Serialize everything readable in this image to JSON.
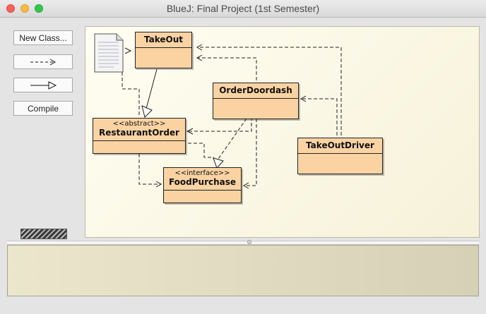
{
  "window": {
    "title": "BlueJ:  Final Project (1st Semester)"
  },
  "sidebar": {
    "new_class_label": "New Class...",
    "dependency_tool_icon": "dashed-arrow-icon",
    "inheritance_tool_icon": "hollow-arrow-icon",
    "compile_label": "Compile"
  },
  "diagram": {
    "readme_icon": "document-icon",
    "classes": {
      "takeout": {
        "name": "TakeOut"
      },
      "orderdoordash": {
        "name": "OrderDoordash"
      },
      "restaurantorder": {
        "stereotype": "<<abstract>>",
        "name": "RestaurantOrder"
      },
      "takeoutdriver": {
        "name": "TakeOutDriver"
      },
      "foodpurchase": {
        "stereotype": "<<interface>>",
        "name": "FoodPurchase"
      }
    }
  },
  "colors": {
    "class_fill": "#fbd3a3",
    "canvas_bg": "#fbf7e3",
    "close": "#fc605c",
    "minimize": "#fdbc40",
    "maximize": "#34c84a"
  }
}
